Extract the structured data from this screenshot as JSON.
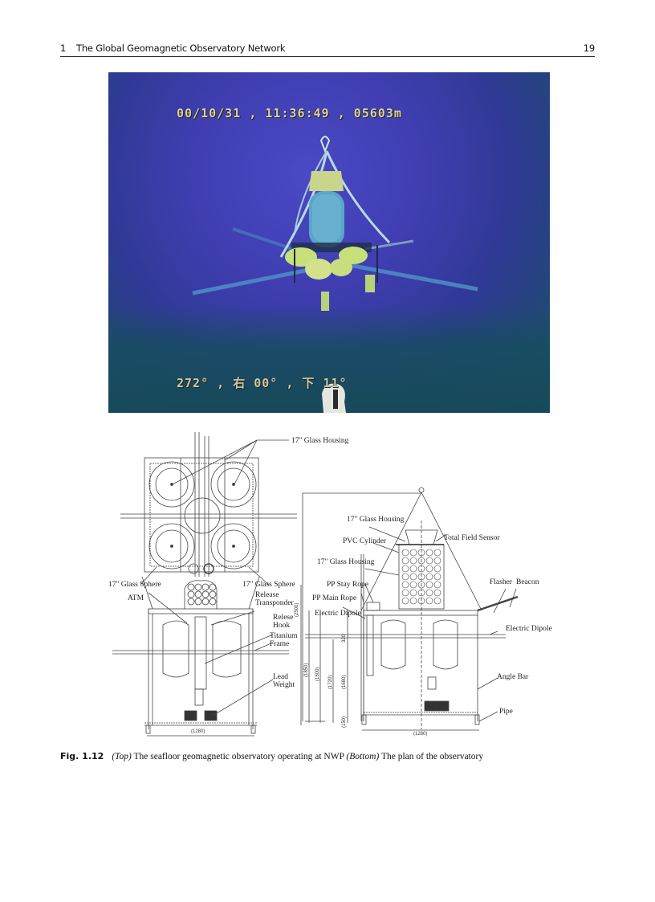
{
  "header": {
    "chapter_number": "1",
    "chapter_title": "The Global Geomagnetic Observatory Network",
    "page_number": "19"
  },
  "photo": {
    "overlay_top": "00/10/31 , 11:36:49 , 05603m",
    "overlay_bottom": "272° , 右 00° , 下 11°"
  },
  "diagram": {
    "labels": {
      "glass_housing_top": "17\" Glass Housing",
      "glass_sphere_left": "17\" Glass Sphere",
      "glass_sphere_right": "17\" Glass Sphere",
      "atm": "ATM",
      "release_transponder_1": "Release",
      "release_transponder_2": "Transponder",
      "release_hook_1": "Relese",
      "release_hook_2": "Hook",
      "titanium_frame_1": "Titanium",
      "titanium_frame_2": "Frame",
      "lead_weight_1": "Lead",
      "lead_weight_2": "Weight",
      "glass_housing_side": "17\" Glass Housing",
      "pvc_cylinder": "PVC Cylinder",
      "total_field_sensor": "Total Field Sensor",
      "glass_housing_side_2": "17\" Glass Housing",
      "pp_stay_rope": "PP Stay Rope",
      "pp_main_rope": "PP Main Rope",
      "electric_dipole_left": "Electric Dipole",
      "flasher": "Flasher",
      "beacon": "Beacon",
      "electric_dipole_right": "Electric Dipole",
      "angle_bar": "Angle Bar",
      "pipe": "Pipe"
    },
    "dimensions": {
      "front_width": "(1280)",
      "front_height": "(2500)",
      "side_width": "(1280)",
      "side_total": "(1850)",
      "side_1500": "(1500)",
      "side_1720": "(1720)",
      "side_1680": "(1680)",
      "side_320": "320",
      "side_150": "(150)"
    }
  },
  "caption": {
    "fig_label": "Fig. 1.12",
    "part1_italic": "(Top)",
    "part1_text": " The seafloor geomagnetic observatory operating at NWP ",
    "part2_italic": "(Bottom)",
    "part2_text": " The plan of the observatory"
  }
}
